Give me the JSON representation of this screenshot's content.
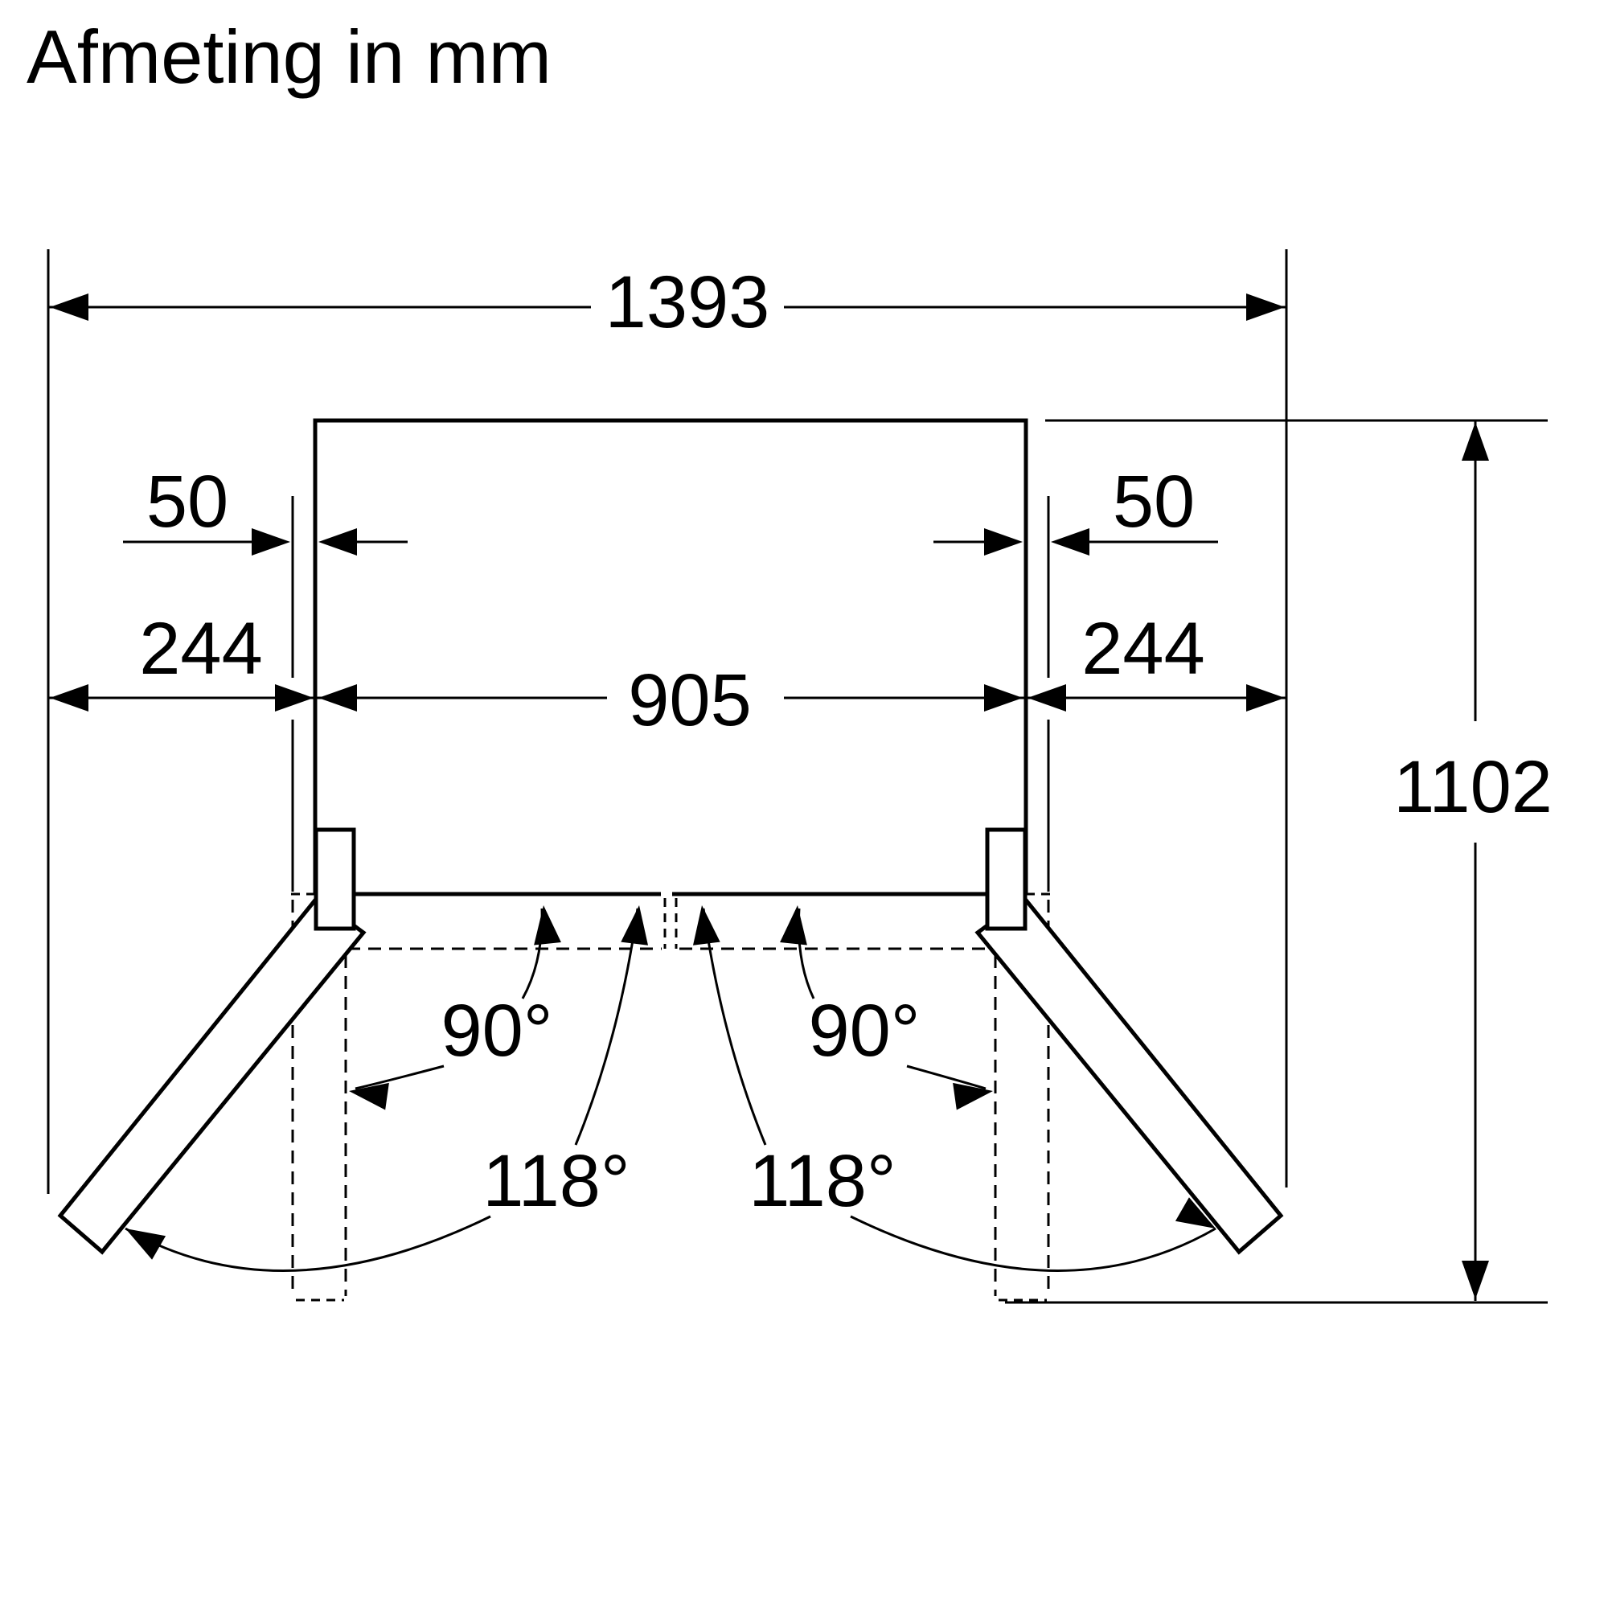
{
  "title": "Afmeting in mm",
  "units": "mm",
  "colors": {
    "ink": "#000000",
    "background": "#ffffff"
  },
  "dimensions": {
    "total_width": "1393",
    "clearance_left": "244",
    "clearance_right": "244",
    "body_width": "905",
    "door_gap_left": "50",
    "door_gap_right": "50",
    "total_depth": "1102"
  },
  "angles": {
    "open_90_left": "90°",
    "open_90_right": "90°",
    "open_118_left": "118°",
    "open_118_right": "118°"
  }
}
